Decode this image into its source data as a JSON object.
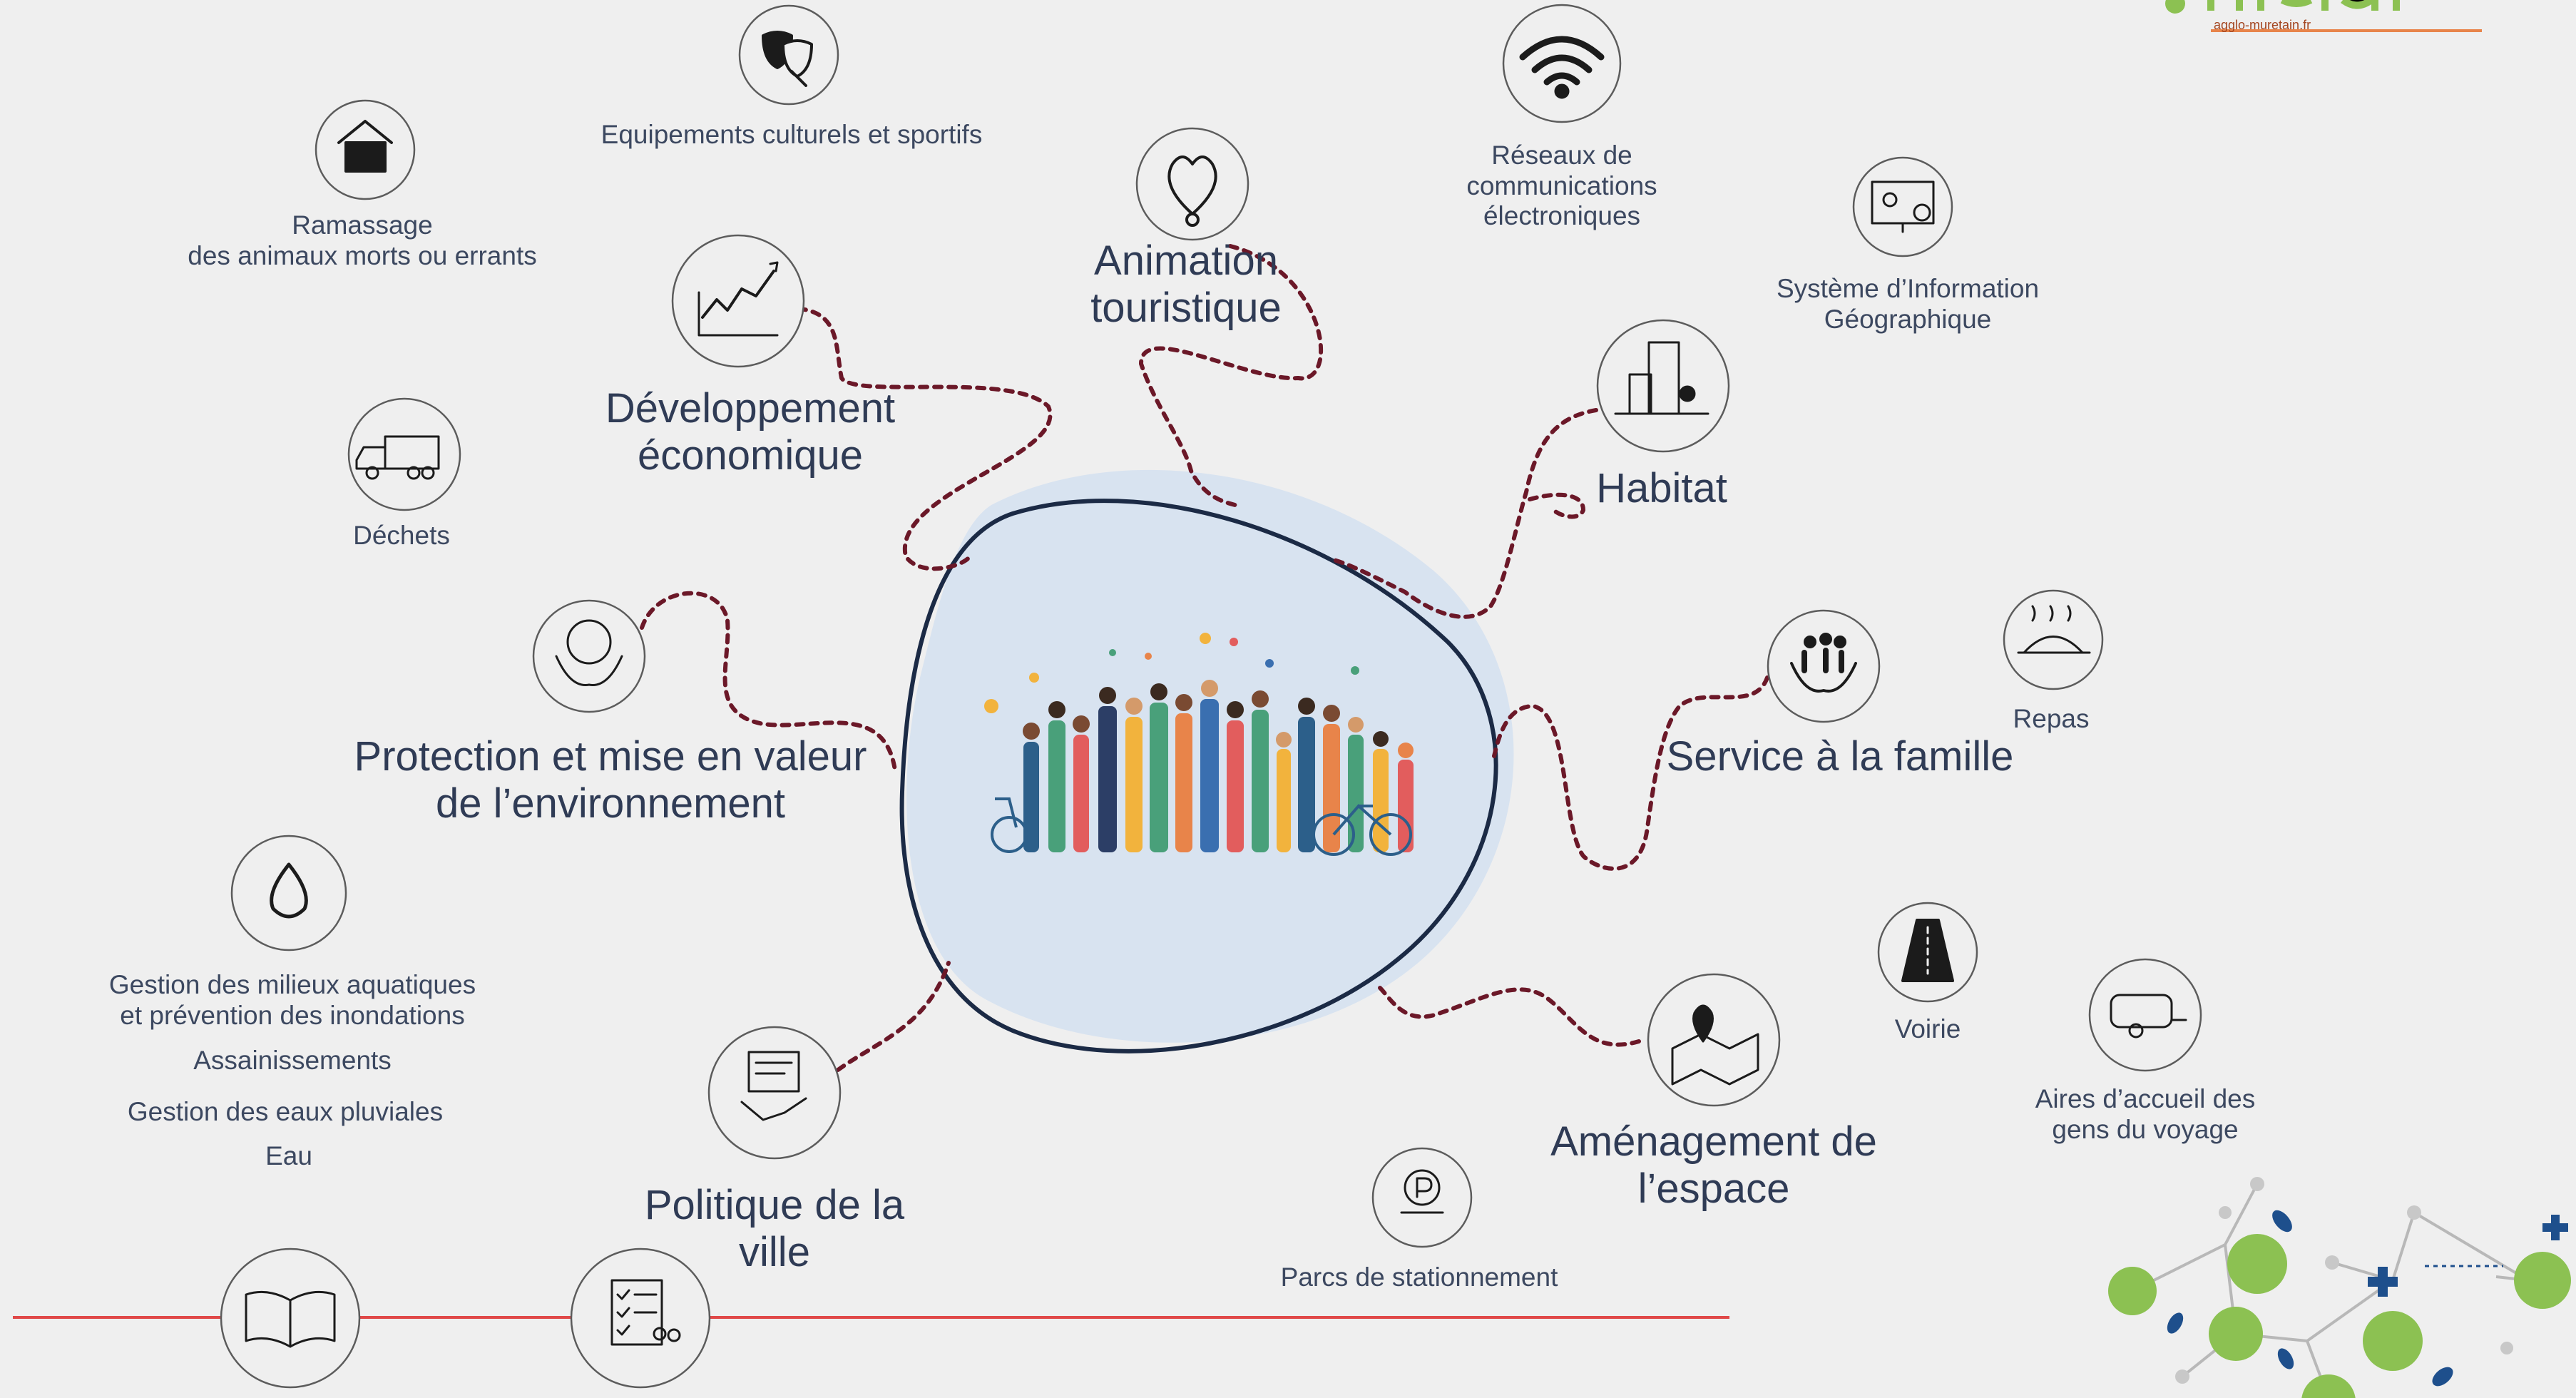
{
  "diagram": {
    "themes": [
      {
        "id": "animation",
        "label": "Animation\ntouristique"
      },
      {
        "id": "developpement",
        "label": "Développement\néconomique"
      },
      {
        "id": "habitat",
        "label": "Habitat"
      },
      {
        "id": "protection",
        "label": "Protection et mise en valeur\nde l’environnement"
      },
      {
        "id": "famille",
        "label": "Service à la famille"
      },
      {
        "id": "politique",
        "label": "Politique de la\nville"
      },
      {
        "id": "amenagement",
        "label": "Aménagement de\nl’espace"
      }
    ],
    "competences": [
      {
        "id": "culture",
        "label": "Equipements culturels et sportifs"
      },
      {
        "id": "animaux",
        "label": "Ramassage\ndes animaux morts ou errants"
      },
      {
        "id": "reseaux",
        "label": "Réseaux de\ncommunications\nélectroniques"
      },
      {
        "id": "sig",
        "label": "Système d’Information\nGéographique"
      },
      {
        "id": "dechets",
        "label": "Déchets"
      },
      {
        "id": "repas",
        "label": "Repas"
      },
      {
        "id": "milieux",
        "label": "Gestion des milieux aquatiques\net prévention des inondations"
      },
      {
        "id": "assainissements",
        "label": "Assainissements"
      },
      {
        "id": "pluviales",
        "label": "Gestion des eaux pluviales"
      },
      {
        "id": "eau",
        "label": "Eau"
      },
      {
        "id": "voirie",
        "label": "Voirie"
      },
      {
        "id": "aires",
        "label": "Aires d’accueil des\ngens du voyage"
      },
      {
        "id": "stationnement",
        "label": "Parcs de stationnement"
      }
    ]
  },
  "logo": {
    "url_text": "agglo-muretain.fr"
  },
  "colors": {
    "background": "#efefef",
    "blob": "#d8e3f0",
    "ring": "#1b2a45",
    "dots": "#6b1828",
    "red_line": "#e04848",
    "text": "#3c4860",
    "accent_green": "#8cc152",
    "accent_blue": "#1e4f8c"
  }
}
